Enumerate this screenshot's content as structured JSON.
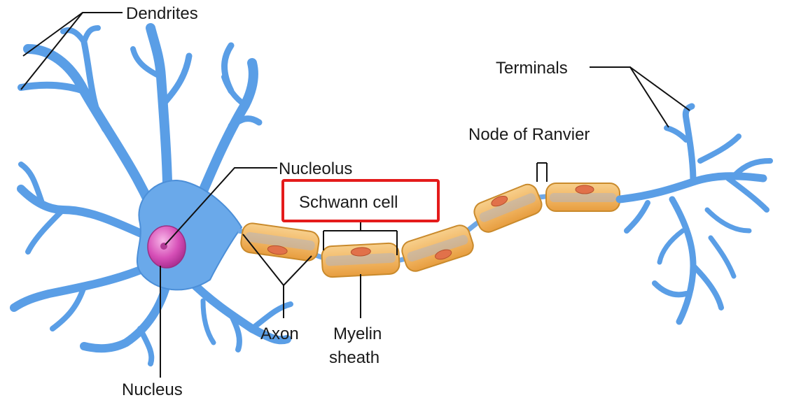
{
  "labels": {
    "dendrites": "Dendrites",
    "terminals": "Terminals",
    "node_of_ranvier": "Node of Ranvier",
    "nucleolus": "Nucleolus",
    "schwann_cell": "Schwann cell",
    "axon": "Axon",
    "myelin_line1": "Myelin",
    "myelin_line2": "sheath",
    "nucleus": "Nucleus"
  },
  "colors": {
    "neuron_blue": "#6aa9ea",
    "nucleus_magenta": "#d64fb7",
    "myelin_orange": "#f2b866",
    "highlight_red": "#e41b1b"
  },
  "highlighted_label": "Schwann cell"
}
